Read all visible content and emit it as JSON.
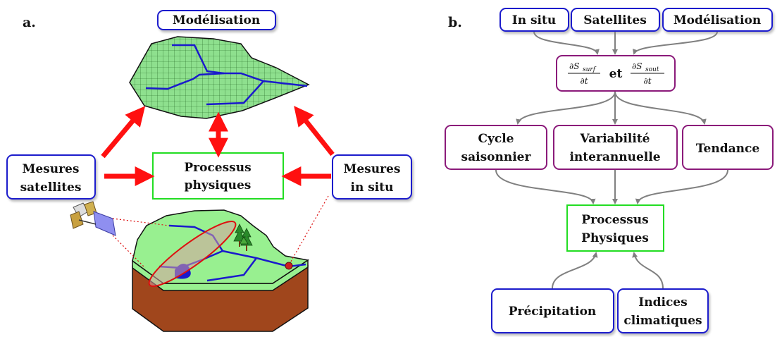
{
  "panel_a": {
    "label": "a.",
    "modelisation": "Modélisation",
    "mesures_satellites": [
      "Mesures",
      "satellites"
    ],
    "processus_physiques": [
      "Processus",
      "physiques"
    ],
    "mesures_in_situ": [
      "Mesures",
      "in situ"
    ]
  },
  "panel_b": {
    "label": "b.",
    "sources": [
      "In situ",
      "Satellites",
      "Modélisation"
    ],
    "storage_formula": {
      "left_num": "∂S",
      "left_sub": "surf",
      "left_den": "∂t",
      "connector": "et",
      "right_num": "∂S",
      "right_sub": "sout",
      "right_den": "∂t"
    },
    "analyses": [
      [
        "Cycle",
        "saisonnier"
      ],
      [
        "Variabilité",
        "interannuelle"
      ],
      [
        "Tendance"
      ]
    ],
    "processus": [
      "Processus",
      "Physiques"
    ],
    "drivers": [
      [
        "Précipitation"
      ],
      [
        "Indices",
        "climatiques"
      ]
    ]
  },
  "colors": {
    "blue_border": "#1a1acc",
    "green_border": "#22dd22",
    "purple_border": "#8b1a7a",
    "red_arrow": "#ff1010",
    "gray_arrow": "#808080",
    "grid_green": "#8ee08e",
    "terrain_green": "#98f090",
    "soil_brown": "#a0461c",
    "river_blue": "#1a1acc"
  }
}
